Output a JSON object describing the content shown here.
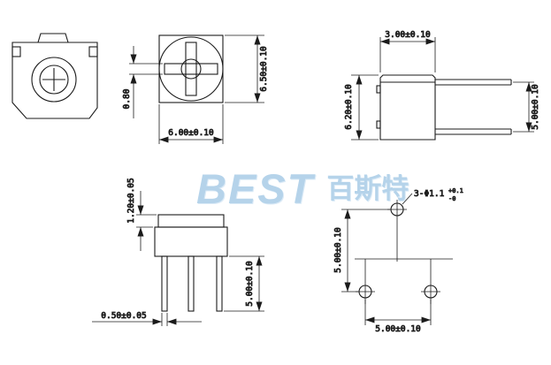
{
  "watermark": {
    "latin": "BEST",
    "cjk": "百斯特",
    "color": "#b5d3ea"
  },
  "drawing": {
    "dims": {
      "top_view_height": "6.50±0.10",
      "slot_width": "0.80",
      "top_view_width": "6.00±0.10",
      "side_width": "3.00±0.10",
      "side_height": "6.20±0.10",
      "side_pin_pitch": "5.00±0.10",
      "cap_height": "1.20±0.05",
      "pin_length": "5.00±0.10",
      "pin_width": "0.50±0.05",
      "hole_note": "3-Φ1.1",
      "hole_note_plus": "+0.1",
      "hole_note_minus": "-0",
      "hole_pitch_vertical": "5.00±0.10",
      "hole_pitch_horizontal": "5.00±0.10"
    }
  }
}
